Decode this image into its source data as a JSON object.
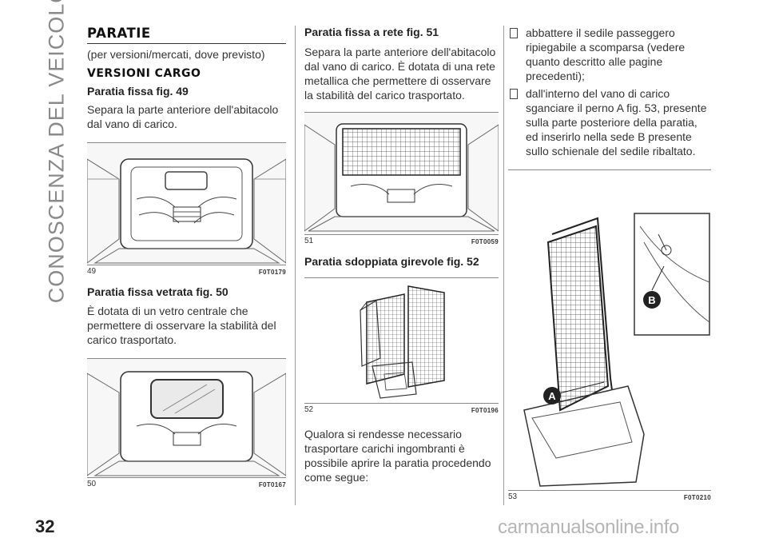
{
  "side_title": "CONOSCENZA DEL VEICOLO",
  "page_number": "32",
  "col1": {
    "section_title": "PARATIE",
    "section_note": "(per versioni/mercati, dove previsto)",
    "subsection_title": "VERSIONI CARGO",
    "h_fig49": "Paratia fissa fig. 49",
    "p_fig49": "Separa la parte anteriore dell'abitacolo dal vano di carico.",
    "fig49_num": "49",
    "fig49_code": "F0T0179",
    "h_fig50": "Paratia fissa vetrata fig. 50",
    "p_fig50": "È dotata di un vetro centrale che permettere di osservare la stabilità del carico trasportato.",
    "fig50_num": "50",
    "fig50_code": "F0T0167"
  },
  "col2": {
    "h_fig51": "Paratia fissa a rete fig. 51",
    "p_fig51": "Separa la parte anteriore dell'abitacolo dal vano di carico. È dotata di una rete metallica che permettere di osservare la stabilità del carico trasportato.",
    "fig51_num": "51",
    "fig51_code": "F0T0059",
    "h_fig52": "Paratia sdoppiata girevole fig. 52",
    "fig52_num": "52",
    "fig52_code": "F0T0196",
    "p_after52": "Qualora si rendesse necessario trasportare carichi ingombranti è possibile aprire la paratia procedendo come segue:"
  },
  "col3": {
    "bullets": [
      "abbattere il sedile passeggero ripiegabile a scomparsa (vedere quanto descritto alle pagine precedenti);",
      "dall'interno del vano di carico sganciare il perno A fig. 53, presente sulla parte posteriore della paratia, ed inserirlo nella sede B presente sullo schienale del sedile ribaltato."
    ],
    "label_a": "A",
    "label_b": "B",
    "fig53_num": "53",
    "fig53_code": "F0T0210"
  },
  "watermark": "carmanualsonline.info"
}
